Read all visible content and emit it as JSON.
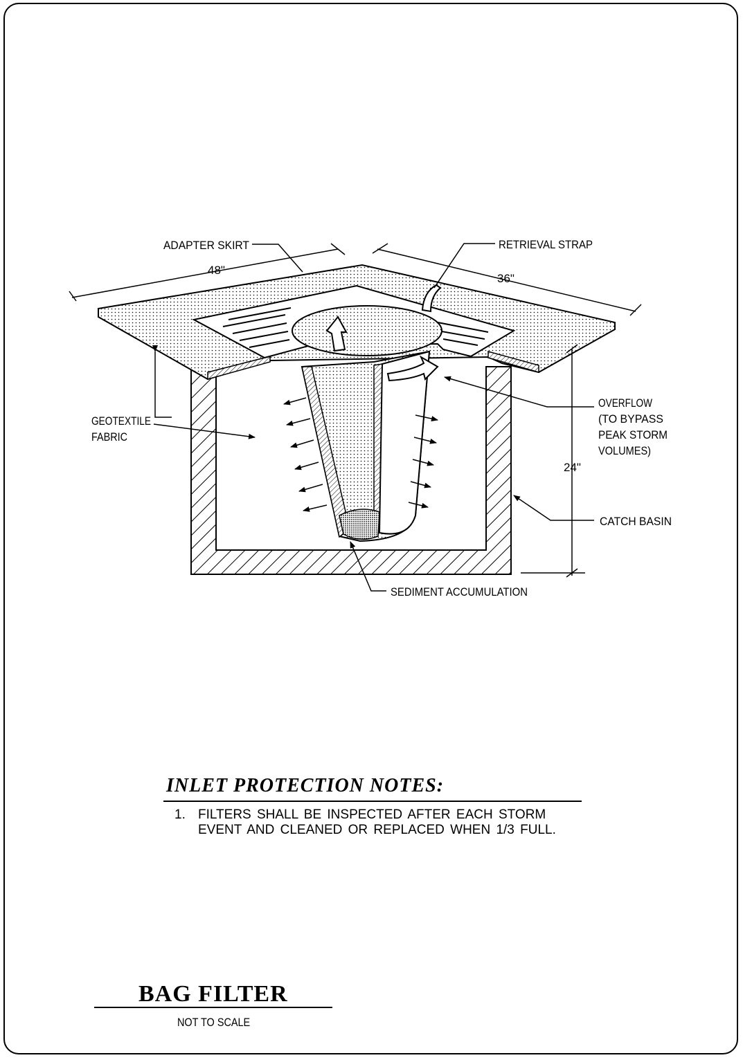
{
  "labels": {
    "adapter_skirt": "ADAPTER SKIRT",
    "retrieval_strap": "RETRIEVAL STRAP",
    "geotextile_line1": "GEOTEXTILE",
    "geotextile_line2": "FABRIC",
    "overflow_line1": "OVERFLOW",
    "overflow_line2": "(TO BYPASS",
    "overflow_line3": "PEAK STORM",
    "overflow_line4": "VOLUMES)",
    "catch_basin": "CATCH BASIN",
    "sediment": "SEDIMENT ACCUMULATION"
  },
  "dimensions": {
    "width": "48\"",
    "depth": "36\"",
    "height": "24\""
  },
  "notes": {
    "title": "INLET PROTECTION NOTES:",
    "items": [
      {
        "number": "1.",
        "text": "FILTERS SHALL BE INSPECTED AFTER EACH STORM EVENT AND CLEANED OR REPLACED WHEN 1/3 FULL."
      }
    ]
  },
  "title_block": {
    "title": "BAG FILTER",
    "scale": "NOT TO SCALE"
  }
}
